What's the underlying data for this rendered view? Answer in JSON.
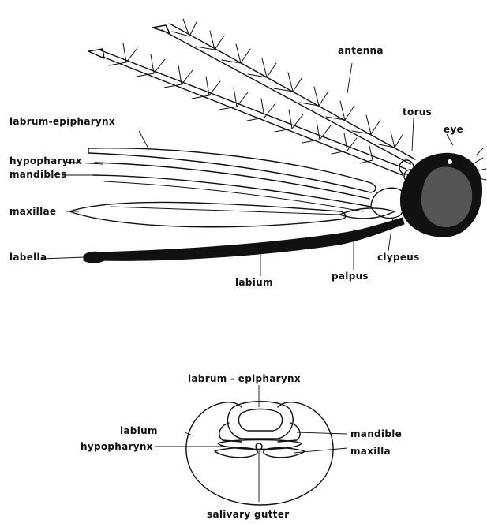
{
  "labels": {
    "antenna": "antenna",
    "torus": "torus",
    "eye": "eye",
    "labrum_epipharynx": "labrum-epipharynx",
    "hypopharynx": "hypopharynx",
    "mandibles": "mandibles",
    "maxillae": "maxillae",
    "labella": "labella",
    "labium": "labium",
    "palpus": "palpus",
    "clypeus": "clypeus"
  },
  "section_labels": {
    "labrum_epipharynx": "labrum - epipharynx",
    "labium": "labium",
    "hypopharynx": "hypopharynx",
    "mandible": "mandible",
    "maxilla": "maxilla",
    "salivary_gutter": "salivary gutter"
  }
}
